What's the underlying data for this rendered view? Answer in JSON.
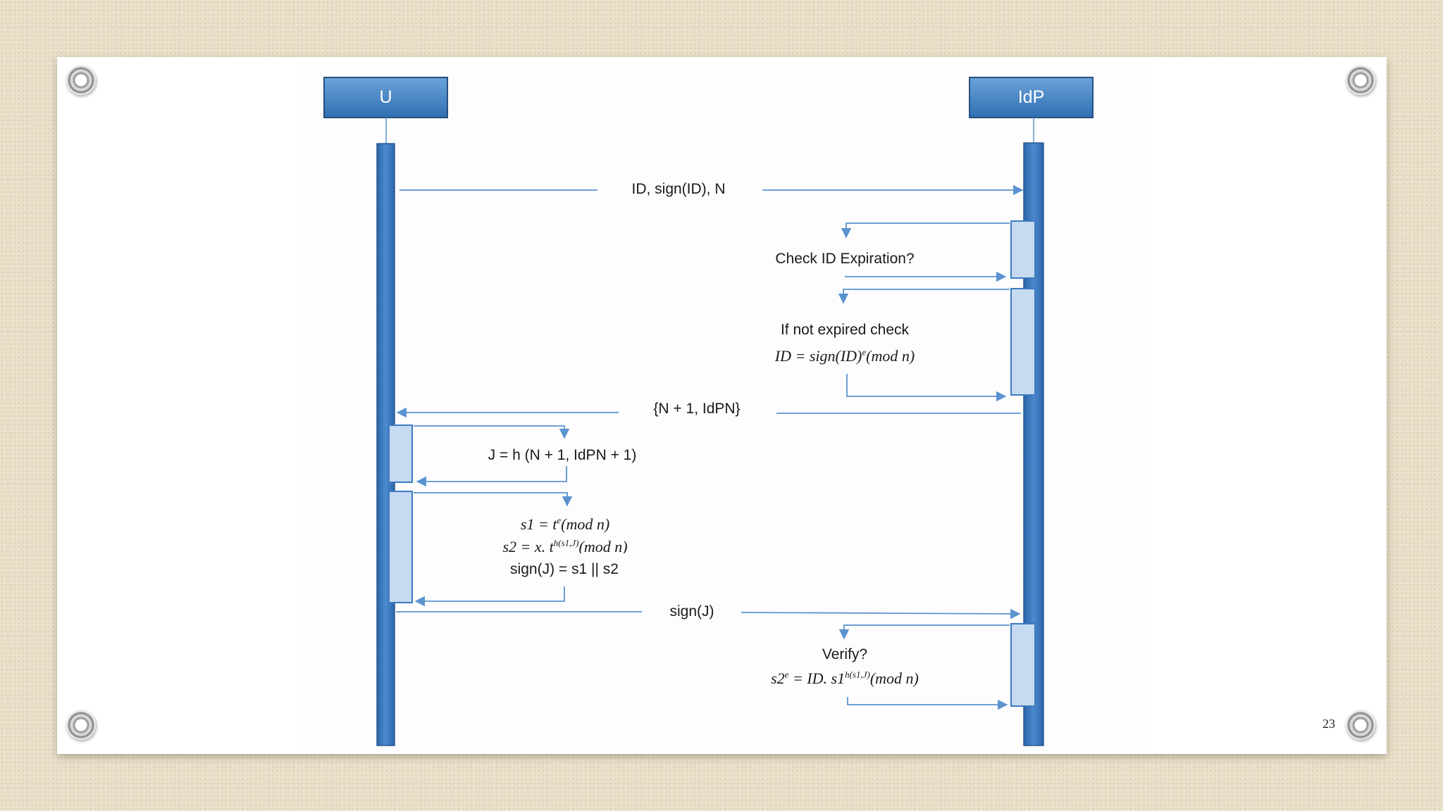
{
  "slide": {
    "page_number": "23"
  },
  "diagram": {
    "participants": {
      "user": "U",
      "idp": "IdP"
    },
    "messages": {
      "m1": "ID, sign(ID), N",
      "m2": "{N + 1, IdPN}",
      "m3": "sign(J)"
    },
    "idp_steps": {
      "check_expiration": "Check ID Expiration?",
      "if_not_expired": "If not expired check",
      "id_formula": "ID =  sign(ID)",
      "id_formula_exp": "e",
      "id_formula_tail": "(mod n)",
      "verify": "Verify?",
      "verify_formula_head": "s2",
      "verify_formula_exp1": "e",
      "verify_formula_mid": " =  ID. s1",
      "verify_formula_exp2": "h(s1,J)",
      "verify_formula_tail": "(mod n)"
    },
    "user_steps": {
      "j_hash": "J = h (N + 1, IdPN + 1)",
      "s1_head": "s1 =  t",
      "s1_exp": "e",
      "s1_tail": "(mod n)",
      "s2_head": "s2 =  x. t",
      "s2_exp": "h(s1,J)",
      "s2_tail": "(mod n)",
      "sign_j": "sign(J) = s1 || s2"
    }
  },
  "colors": {
    "lifeline": "#3d7ac0",
    "arrow": "#5b93d0",
    "activation_fill": "#c6daf1"
  }
}
